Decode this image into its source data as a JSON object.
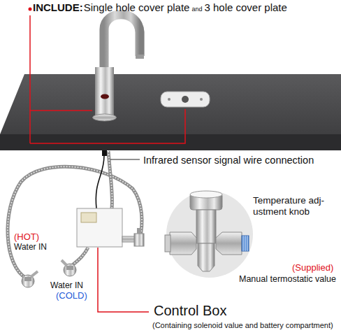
{
  "diagram": {
    "labels": [
      "INCLUDE:",
      "Single hole cover plate",
      "and",
      "3 hole cover plate",
      "Infrared sensor signal wire connection",
      "Temperature adj- ustment knob",
      "(HOT)",
      "Water IN",
      "(Supplied)",
      "Water IN",
      "(COLD)",
      "Manual termostatic value",
      "Control Box",
      "(Containing solenoid value and battery compartment)"
    ]
  }
}
